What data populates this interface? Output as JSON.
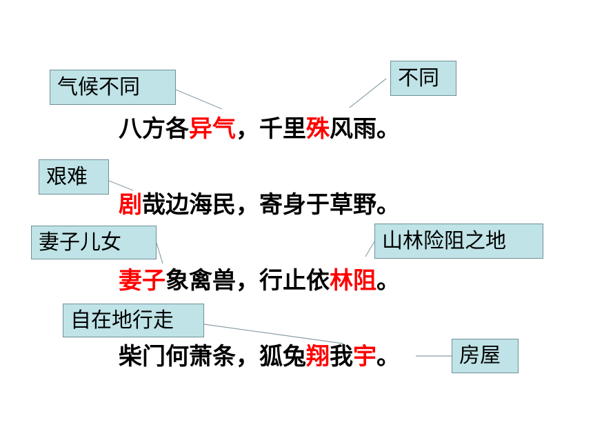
{
  "annotations": {
    "qihou": "气候不同",
    "butong": "不同",
    "jiannan": "艰难",
    "qizi": "妻子儿女",
    "shanlin": "山林险阻之地",
    "zizai": "自在地行走",
    "fangwu": "房屋"
  },
  "poem": {
    "line1": [
      "八方各",
      "异气",
      "，千里",
      "殊",
      "风雨。"
    ],
    "line2": [
      "剧",
      "哉边海民，寄身于草野。"
    ],
    "line3": [
      "妻子",
      "象禽兽，行止依",
      "林阻",
      "。"
    ],
    "line4": [
      "柴门何萧条，狐兔",
      "翔",
      "我",
      "宇",
      "。"
    ]
  },
  "colors": {
    "highlight": "#ff0000",
    "note_bg": "#bfe3e6"
  }
}
